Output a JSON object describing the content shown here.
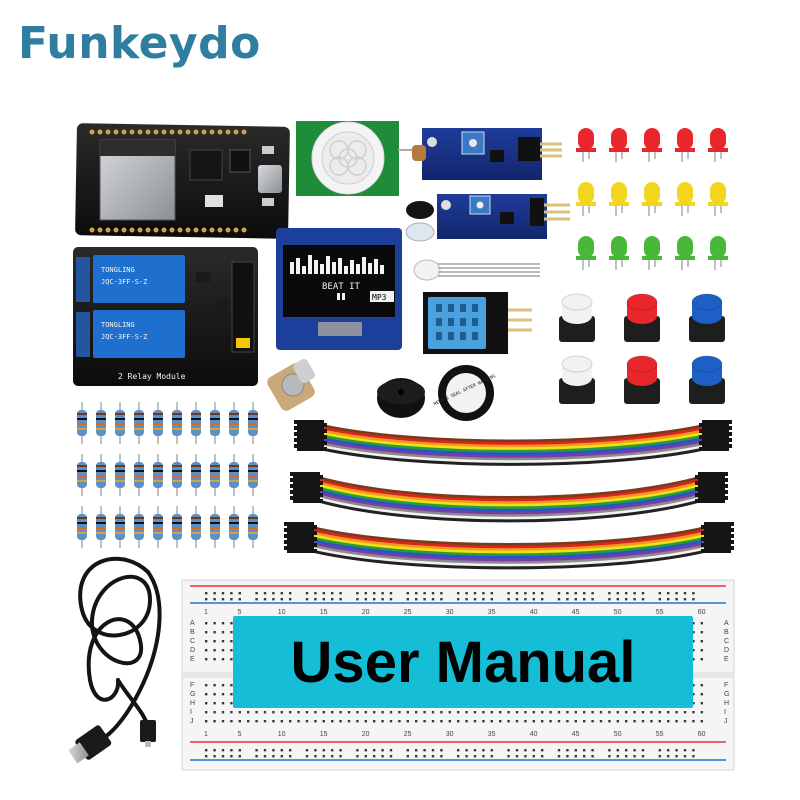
{
  "brand": {
    "name": "Funkeydo",
    "color": "#2f7ea0"
  },
  "banner": {
    "text": "User Manual",
    "background": "#16bdd6"
  },
  "oled_display": {
    "label_main": "BEAT IT",
    "label_format": "MP3"
  },
  "relay_module": {
    "label": "2 Relay Module",
    "relay_brand": "TONGLING",
    "relay_model": "JQC-3FF-S-Z"
  },
  "buzzer": {
    "label": "REMOVE SEAL AFTER WASHING"
  },
  "breadboard": {
    "column_numbers": [
      "1",
      "5",
      "10",
      "15",
      "20",
      "25",
      "30",
      "35",
      "40",
      "45",
      "50",
      "55",
      "60"
    ],
    "row_letters_top": [
      "A",
      "B",
      "C",
      "D",
      "E"
    ],
    "row_letters_bottom": [
      "F",
      "G",
      "H",
      "I",
      "J"
    ]
  },
  "components": {
    "led_colors": [
      "#e8262b",
      "#f2d51e",
      "#49b83a"
    ],
    "button_colors": [
      "#f2f2f2",
      "#e8262b",
      "#1d5fc4"
    ],
    "jumper_colors": [
      "#7a3b1c",
      "#d9241f",
      "#f39a1e",
      "#f0df1a",
      "#2b9b3a",
      "#2457c5",
      "#7b3aa8",
      "#8b8b8b",
      "#f2f2f2",
      "#222222"
    ]
  }
}
